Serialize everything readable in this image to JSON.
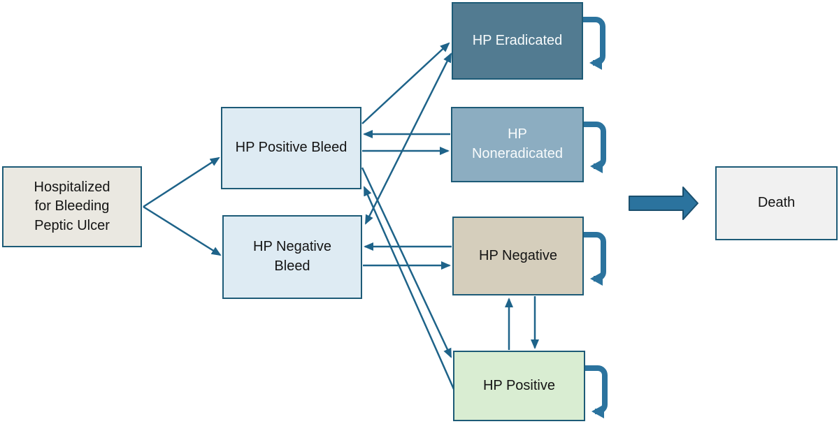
{
  "diagram": {
    "type": "state-transition-diagram",
    "title": "",
    "nodes": {
      "hospitalized": {
        "label": "Hospitalized\nfor Bleeding\nPeptic Ulcer",
        "fill": "#eae8e1",
        "text_color": "#141414"
      },
      "hp_positive_bleed": {
        "label": "HP Positive Bleed",
        "fill": "#deebf3",
        "text_color": "#141414"
      },
      "hp_negative_bleed": {
        "label": "HP Negative\nBleed",
        "fill": "#deebf3",
        "text_color": "#141414"
      },
      "hp_eradicated": {
        "label": "HP Eradicated",
        "fill": "#527b91",
        "text_color": "#f8fbfc"
      },
      "hp_noneradicated": {
        "label": "HP\nNoneradicated",
        "fill": "#8cadc1",
        "text_color": "#f8fbfc"
      },
      "hp_negative": {
        "label": "HP Negative",
        "fill": "#d5cebc",
        "text_color": "#141414"
      },
      "hp_positive": {
        "label": "HP Positive",
        "fill": "#d9edd2",
        "text_color": "#141414"
      },
      "death": {
        "label": "Death",
        "fill": "#f1f1f1",
        "text_color": "#141414"
      }
    },
    "colors": {
      "node_border": "#1d5b77",
      "arrow_line": "#1e6389",
      "thick_arrow": "#2b739e"
    },
    "edges": [
      {
        "from": "hospitalized",
        "to": "hp_positive_bleed",
        "arrows": "end"
      },
      {
        "from": "hospitalized",
        "to": "hp_negative_bleed",
        "arrows": "end"
      },
      {
        "from": "hp_positive_bleed",
        "to": "hp_eradicated",
        "arrows": "end"
      },
      {
        "from": "hp_positive_bleed",
        "to": "hp_noneradicated",
        "arrows": "end"
      },
      {
        "from": "hp_noneradicated",
        "to": "hp_positive_bleed",
        "arrows": "end"
      },
      {
        "from": "hp_negative_bleed",
        "to": "hp_eradicated",
        "arrows": "both"
      },
      {
        "from": "hp_negative_bleed",
        "to": "hp_negative",
        "arrows": "end"
      },
      {
        "from": "hp_negative",
        "to": "hp_negative_bleed",
        "arrows": "end"
      },
      {
        "from": "hp_positive_bleed",
        "to": "hp_positive",
        "arrows": "end"
      },
      {
        "from": "hp_positive",
        "to": "hp_positive_bleed",
        "arrows": "end"
      },
      {
        "from": "hp_positive",
        "to": "hp_negative",
        "arrows": "end"
      },
      {
        "from": "hp_negative",
        "to": "hp_positive",
        "arrows": "end"
      },
      {
        "from": "hp_eradicated",
        "to": "hp_eradicated",
        "style": "self-loop"
      },
      {
        "from": "hp_noneradicated",
        "to": "hp_noneradicated",
        "style": "self-loop"
      },
      {
        "from": "hp_negative",
        "to": "hp_negative",
        "style": "self-loop"
      },
      {
        "from": "hp_positive",
        "to": "hp_positive",
        "style": "self-loop"
      },
      {
        "from": "all_states",
        "to": "death",
        "style": "block-arrow"
      }
    ]
  }
}
